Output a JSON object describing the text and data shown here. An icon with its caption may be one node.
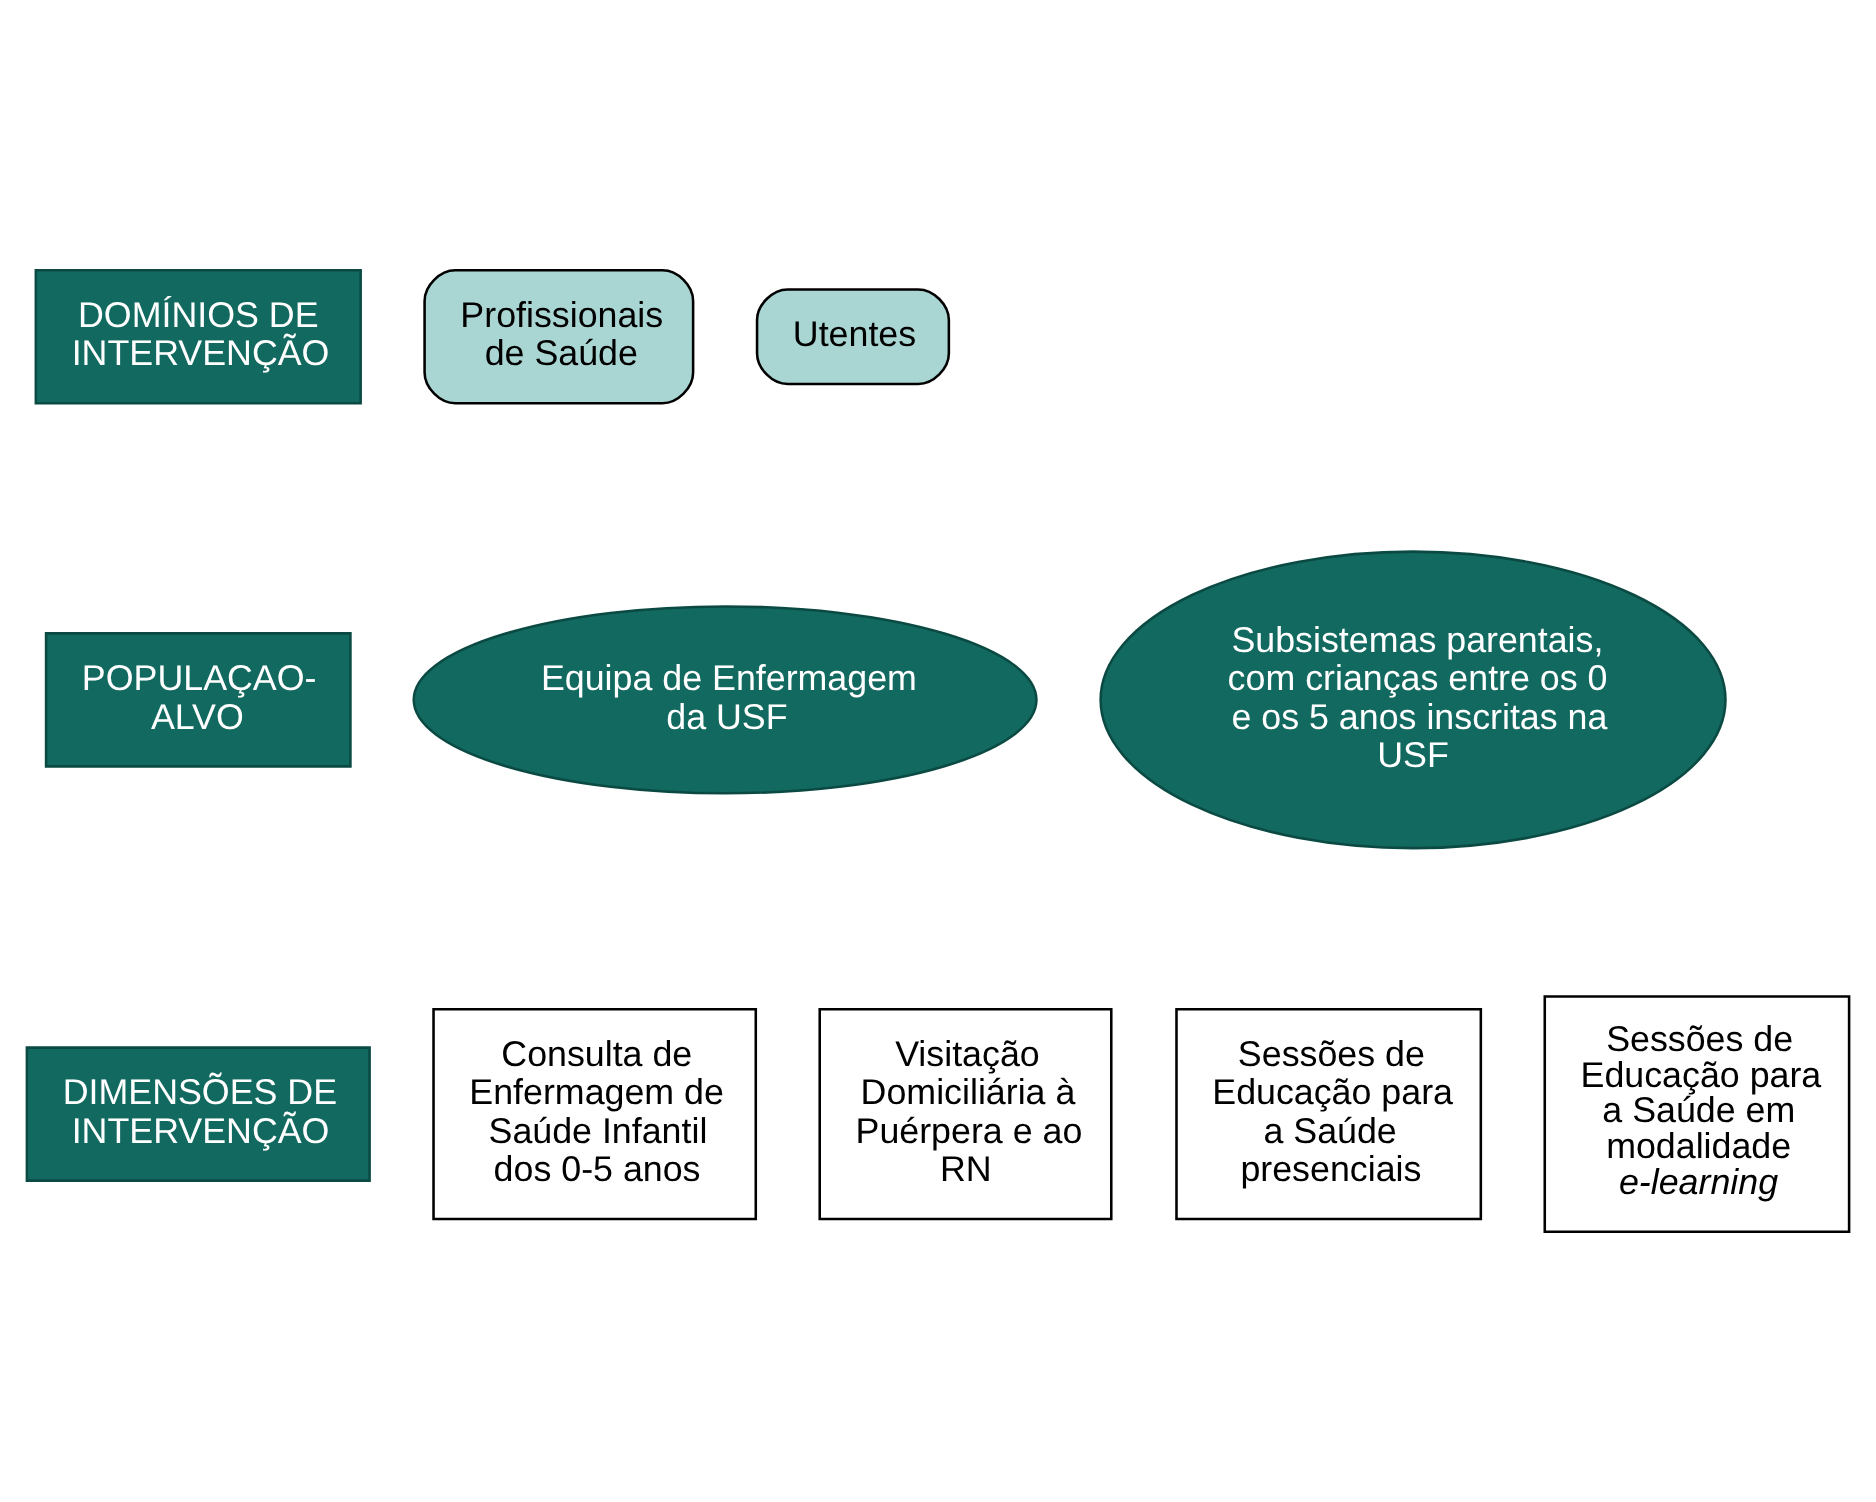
{
  "diagram": {
    "nodes": [
      {
        "text": [
          "DOMÍNIOS DE INTERVENÇÃO"
        ]
      },
      {
        "text": [
          "Profissionais de Saúde"
        ]
      },
      {
        "text": [
          "Utentes"
        ]
      },
      {
        "text": [
          "POPULAÇAO-ALVO"
        ]
      },
      {
        "text": [
          "Equipa de Enfermagem da USF"
        ]
      },
      {
        "text": [
          "Subsistemas parentais, com crianças entre os 0 e os 5 anos inscritas na USF"
        ]
      },
      {
        "text": [
          "DIMENSÕES DE INTERVENÇÃO"
        ]
      },
      {
        "text": [
          "Consulta de Enfermagem de Saúde Infantil dos 0-5 anos"
        ]
      },
      {
        "text": [
          "Visitação Domiciliária à Puérpera e ao RN"
        ]
      },
      {
        "text": [
          "Sessões de Educação para a Saúde presenciais"
        ]
      },
      {
        "text": [
          "Sessões de Educação para a Saúde em modalidade *e-learning*"
        ]
      }
    ],
    "edges": []
  }
}
